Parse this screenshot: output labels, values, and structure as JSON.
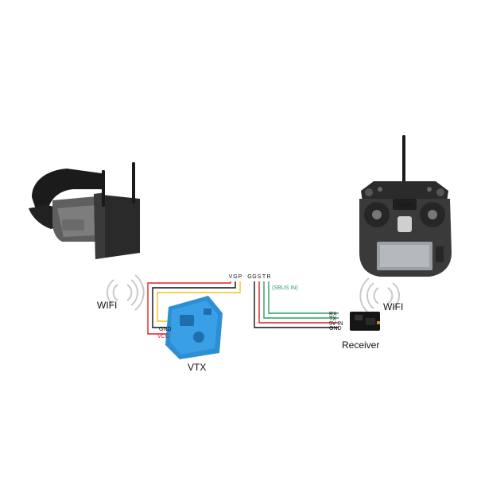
{
  "labels": {
    "wifi_left": "WIFI",
    "wifi_right": "WIFI",
    "vtx": "VTX",
    "receiver": "Receiver",
    "sbus_in": "(SBUS IN)",
    "vtx_gnd": "GND",
    "vtx_vcc": "VCC",
    "pins": [
      "V",
      "G",
      "P",
      "G",
      "G",
      "S",
      "T",
      "R"
    ],
    "rx_pins": [
      "RX",
      "TX",
      "5V IN",
      "GND"
    ],
    "radio_brand": "TX16S"
  },
  "colors": {
    "wire_red": "#e02020",
    "wire_black": "#111111",
    "wire_yellow": "#f0c419",
    "wire_green": "#2e9e6a",
    "vtx_blue": "#2c8fd6",
    "sbus_text": "#2e9e6a",
    "vcc_text": "#e02020"
  },
  "icons": [
    "fpv-goggles",
    "radio-transmitter",
    "wifi-signal-icon",
    "vtx-module",
    "receiver-module"
  ]
}
